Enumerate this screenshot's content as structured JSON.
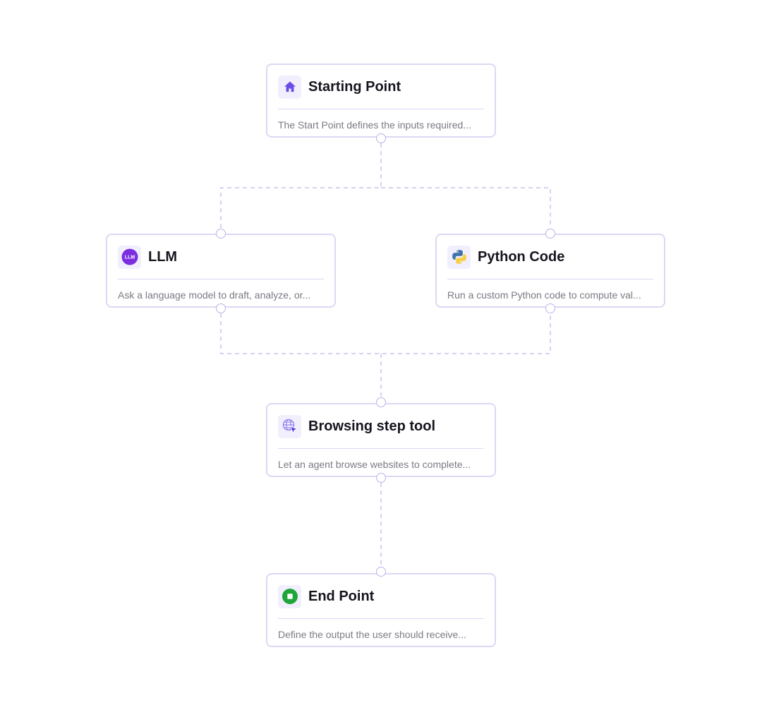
{
  "nodes": {
    "start": {
      "title": "Starting Point",
      "description": "The Start Point defines the inputs required...",
      "icon": "home-icon",
      "icon_color": "#6c4ce6"
    },
    "llm": {
      "title": "LLM",
      "description": "Ask a language model to draft, analyze, or...",
      "icon": "llm-icon",
      "icon_text": "LLM",
      "icon_color": "#7b2de0"
    },
    "python": {
      "title": "Python Code",
      "description": "Run a custom Python code to compute val...",
      "icon": "python-logo-icon"
    },
    "browse": {
      "title": "Browsing step tool",
      "description": "Let an agent browse websites to complete...",
      "icon": "globe-cursor-icon",
      "icon_color": "#6c4ce6"
    },
    "end": {
      "title": "End Point",
      "description": "Define the output the user should receive...",
      "icon": "stop-icon",
      "icon_color": "#1fa53a"
    }
  },
  "colors": {
    "node_border": "#dcd8f5",
    "connector": "#c9c2ee",
    "port_border": "#b9b3e8",
    "title_text": "#15151f",
    "description_text": "#7a7a84"
  }
}
